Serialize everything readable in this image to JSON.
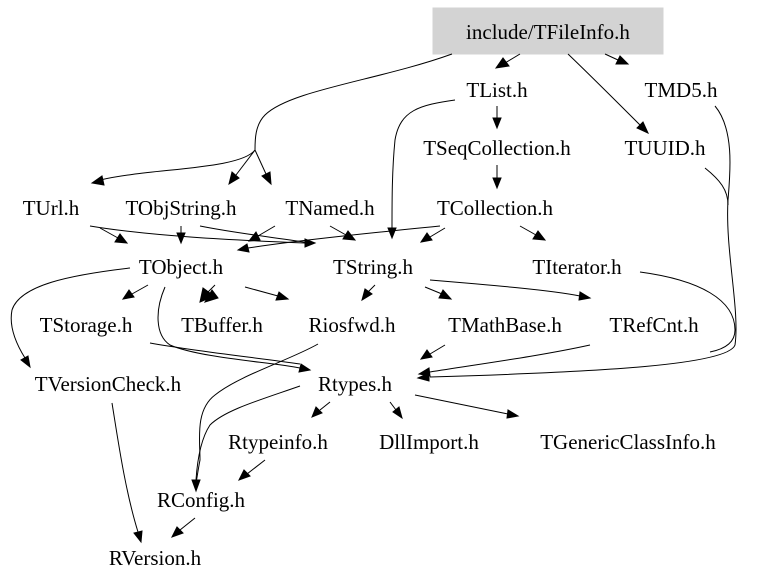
{
  "colors": {
    "background": "#ffffff",
    "root_fill": "#d3d3d3",
    "text": "#000000",
    "edge": "#000000"
  },
  "nodes": {
    "root": "include/TFileInfo.h",
    "tlist": "TList.h",
    "tmd5": "TMD5.h",
    "tseqcollection": "TSeqCollection.h",
    "tuuid": "TUUID.h",
    "turl": "TUrl.h",
    "tobjstring": "TObjString.h",
    "tnamed": "TNamed.h",
    "tcollection": "TCollection.h",
    "tobject": "TObject.h",
    "tstring": "TString.h",
    "titerator": "TIterator.h",
    "tstorage": "TStorage.h",
    "tbuffer": "TBuffer.h",
    "riosfwd": "Riosfwd.h",
    "tmathbase": "TMathBase.h",
    "trefcnt": "TRefCnt.h",
    "tversioncheck": "TVersionCheck.h",
    "rtypes": "Rtypes.h",
    "rtypeinfo": "Rtypeinfo.h",
    "dllimport": "DllImport.h",
    "tgenericclassinfo": "TGenericClassInfo.h",
    "rconfig": "RConfig.h",
    "rversion": "RVersion.h"
  }
}
